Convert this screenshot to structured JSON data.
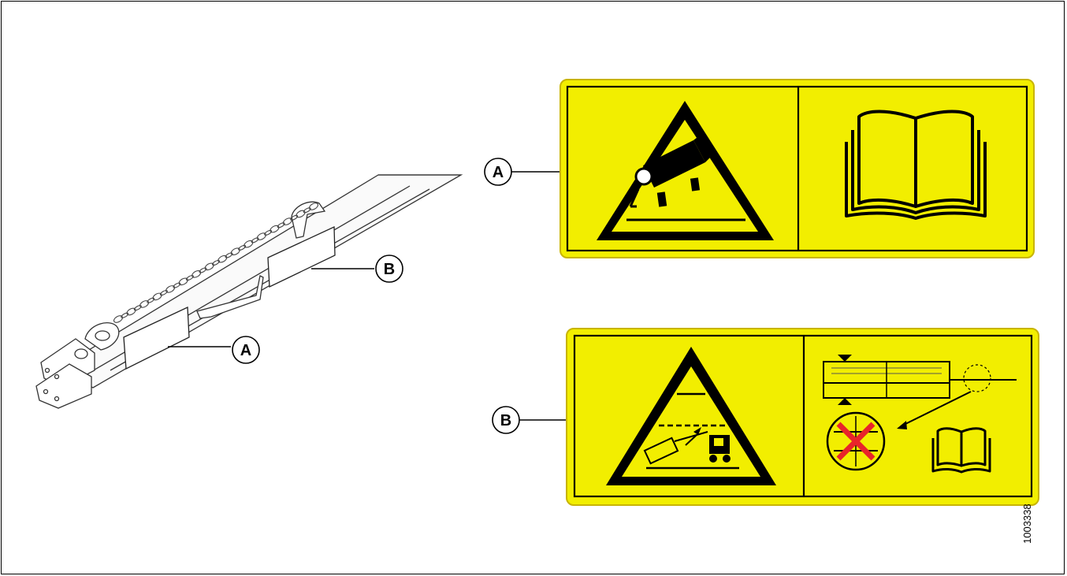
{
  "callouts": {
    "a_label": "A",
    "b_label": "B"
  },
  "decals": {
    "a": {
      "icons": [
        "crush-hazard-warning-icon",
        "operator-manual-icon"
      ]
    },
    "b": {
      "icons": [
        "transport-hazard-warning-icon",
        "transport-lock-instruction-icon",
        "operator-manual-icon"
      ]
    }
  },
  "figure_number": "1003338",
  "colors": {
    "decal_yellow": "#f2ee00",
    "decal_border": "#c8b400",
    "prohibition_red": "#e8242a",
    "line": "#000000"
  }
}
